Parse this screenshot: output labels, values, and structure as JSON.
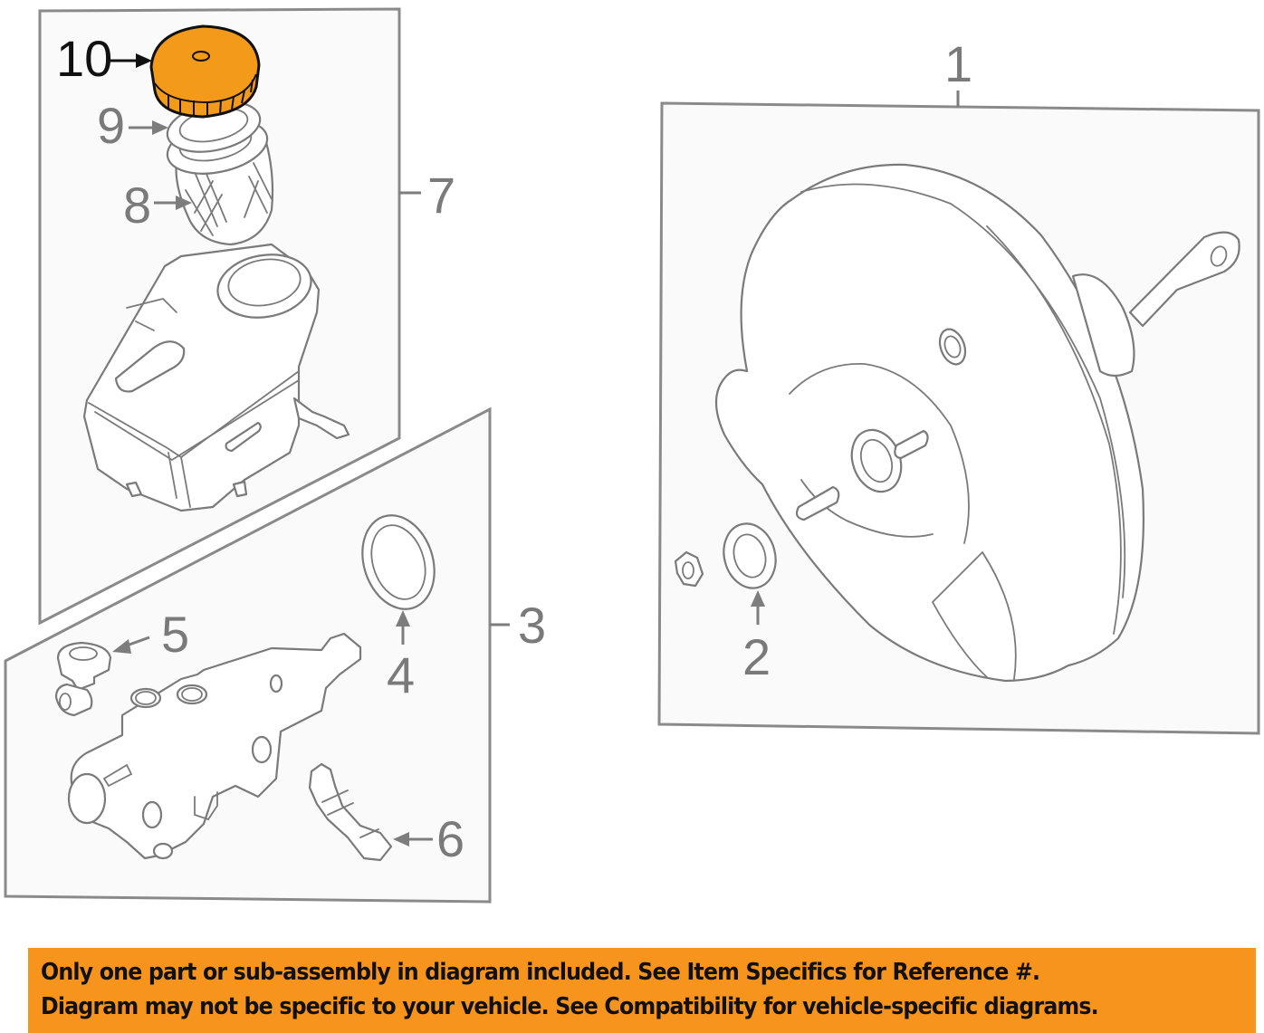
{
  "diagram": {
    "title": "Brake master cylinder and booster exploded parts diagram",
    "highlight_color": "#f39a1a",
    "line_color": "#7a7a7a",
    "highlighted_part": "10",
    "callouts": [
      {
        "number": "1",
        "part": "brake-booster",
        "highlighted": false
      },
      {
        "number": "2",
        "part": "booster-seal-washer",
        "highlighted": false
      },
      {
        "number": "3",
        "part": "master-cylinder-assembly",
        "highlighted": false
      },
      {
        "number": "4",
        "part": "master-cylinder-o-ring",
        "highlighted": false
      },
      {
        "number": "5",
        "part": "reservoir-grommet",
        "highlighted": false
      },
      {
        "number": "6",
        "part": "pressure-sensor",
        "highlighted": false
      },
      {
        "number": "7",
        "part": "fluid-reservoir-assembly",
        "highlighted": false
      },
      {
        "number": "8",
        "part": "reservoir-filter-screen",
        "highlighted": false
      },
      {
        "number": "9",
        "part": "reservoir-cap-seal",
        "highlighted": false
      },
      {
        "number": "10",
        "part": "reservoir-cap",
        "highlighted": true
      }
    ]
  },
  "notice": {
    "line1": "Only one part or sub-assembly in diagram included. See Item Specifics for Reference #.",
    "line2": "Diagram may not be specific to your vehicle. See Compatibility for vehicle-specific diagrams.",
    "background": "#f7941d"
  }
}
